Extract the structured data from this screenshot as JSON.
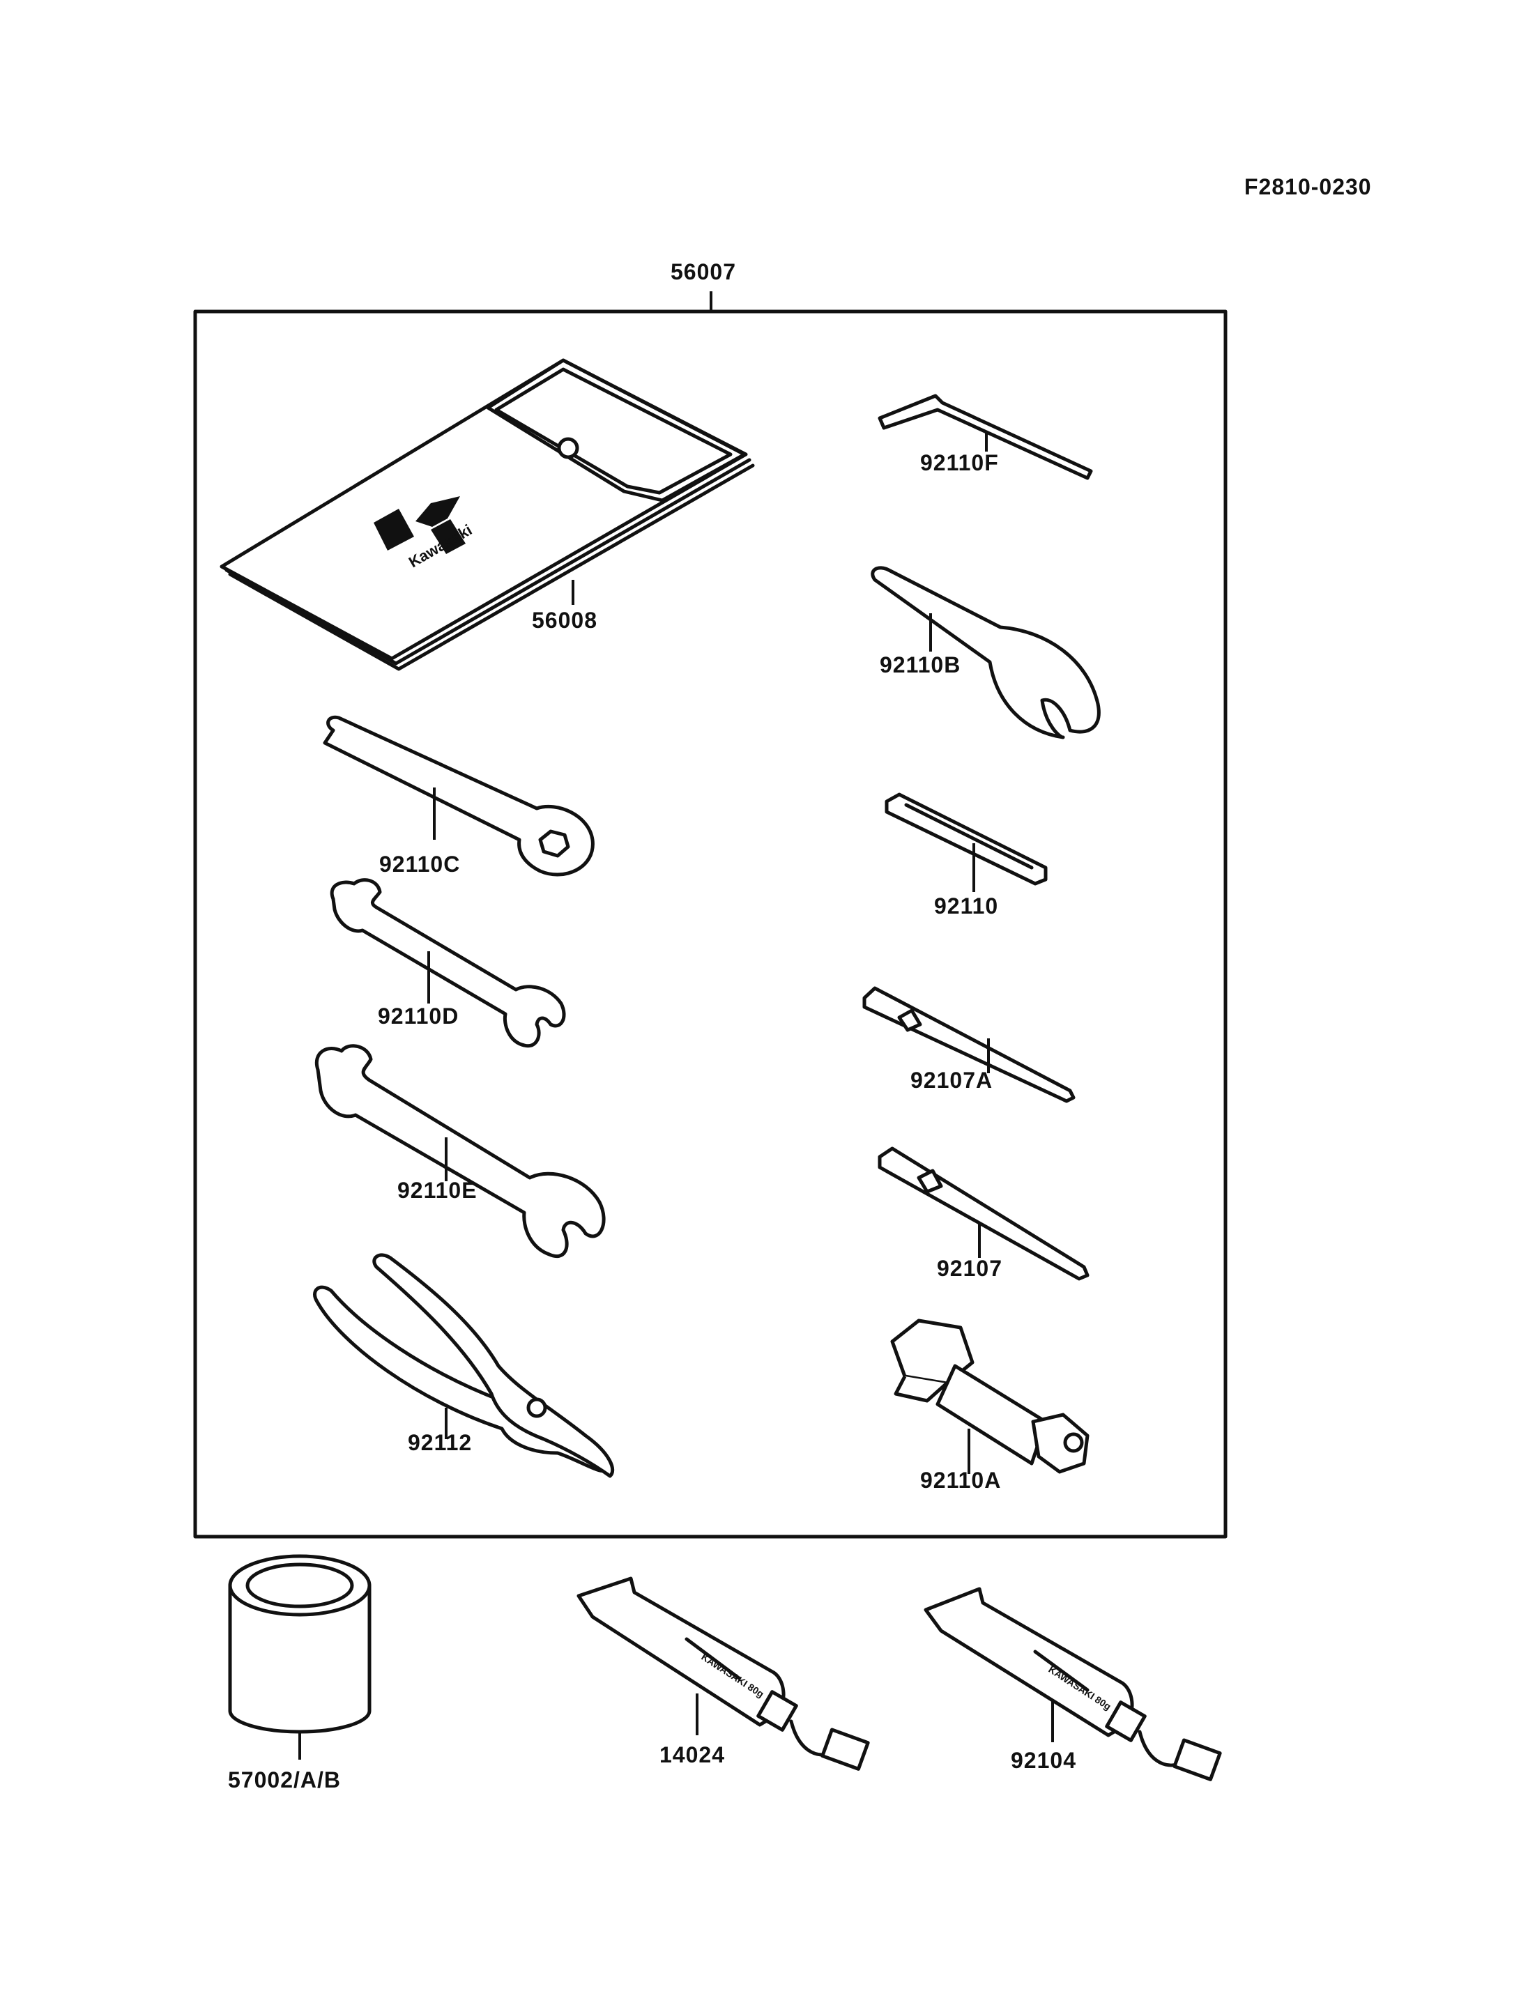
{
  "drawing_code": "F2810-0230",
  "kit_label": "56007",
  "parts": {
    "pouch": "56008",
    "hex_key": "92110F",
    "hook_spanner": "92110B",
    "box_wrench": "92110C",
    "spark_wrench": "92110",
    "wrench_small": "92110D",
    "screwdriver_a": "92107A",
    "wrench_large": "92110E",
    "screwdriver": "92107",
    "pliers": "92112",
    "plug_socket": "92110A",
    "can": "57002/A/B",
    "tube_1": "14024",
    "tube_2": "92104"
  },
  "pouch_brand": "Kawasaki",
  "tube_print": "KAWASAKI 80g"
}
